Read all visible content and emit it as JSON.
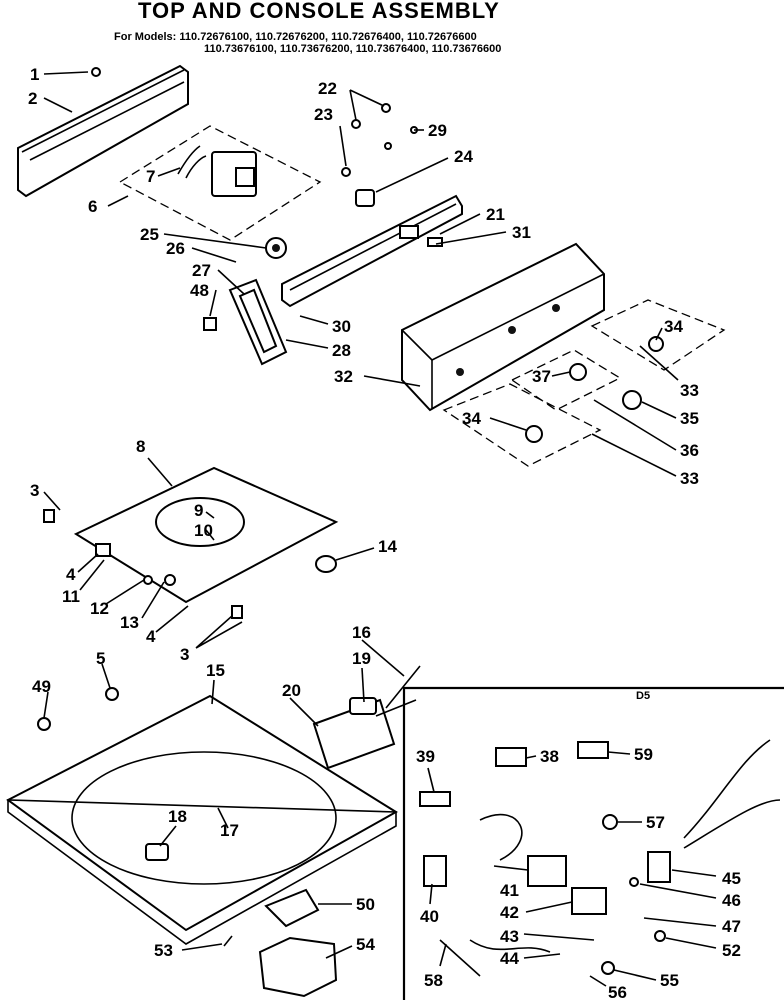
{
  "title": "TOP AND CONSOLE ASSEMBLY",
  "models_line1": "For Models: 110.72676100, 110.72676200, 110.72676400, 110.72676600",
  "models_line2": "110.73676100, 110.73676200, 110.73676400, 110.73676600",
  "code": "D5",
  "callouts": {
    "c1": "1",
    "c2": "2",
    "c3a": "3",
    "c3b": "3",
    "c4a": "4",
    "c4b": "4",
    "c5": "5",
    "c6": "6",
    "c7": "7",
    "c8": "8",
    "c9": "9",
    "c10": "10",
    "c11": "11",
    "c12": "12",
    "c13": "13",
    "c14": "14",
    "c15": "15",
    "c16": "16",
    "c17": "17",
    "c18": "18",
    "c19": "19",
    "c20": "20",
    "c21": "21",
    "c22": "22",
    "c23": "23",
    "c24": "24",
    "c25": "25",
    "c26": "26",
    "c27": "27",
    "c28": "28",
    "c29": "29",
    "c30": "30",
    "c31": "31",
    "c32": "32",
    "c33a": "33",
    "c33b": "33",
    "c34a": "34",
    "c34b": "34",
    "c35": "35",
    "c36": "36",
    "c37": "37",
    "c38": "38",
    "c39": "39",
    "c40": "40",
    "c41": "41",
    "c42": "42",
    "c43": "43",
    "c44": "44",
    "c45": "45",
    "c46": "46",
    "c47": "47",
    "c48": "48",
    "c49": "49",
    "c50": "50",
    "c52": "52",
    "c53": "53",
    "c54": "54",
    "c55": "55",
    "c56": "56",
    "c57": "57",
    "c58": "58",
    "c59": "59"
  }
}
